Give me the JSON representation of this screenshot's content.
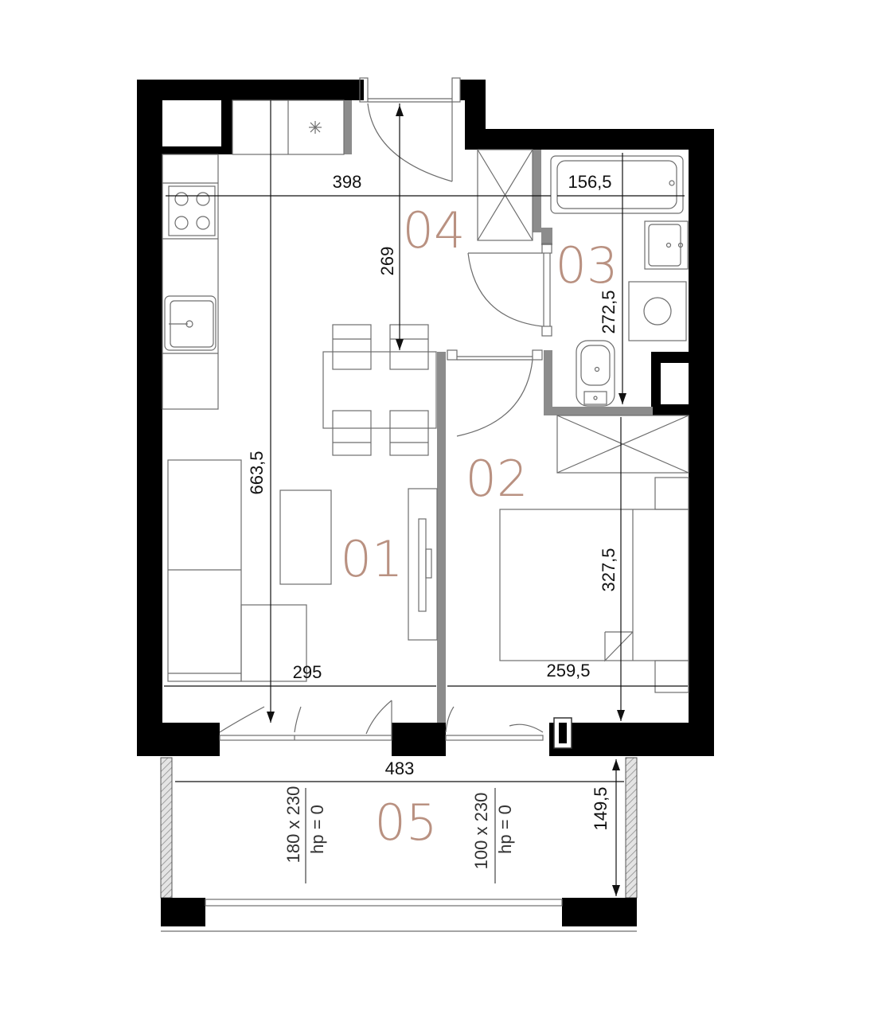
{
  "rooms": [
    {
      "id": "room-01",
      "label": "01"
    },
    {
      "id": "room-02",
      "label": "02"
    },
    {
      "id": "room-03",
      "label": "03"
    },
    {
      "id": "room-04",
      "label": "04"
    },
    {
      "id": "room-05",
      "label": "05"
    }
  ],
  "dimensions": {
    "d398": "398",
    "d156": "156,5",
    "d269": "269",
    "d272": "272,5",
    "d663": "663,5",
    "d327": "327,5",
    "d295": "295",
    "d259": "259,5",
    "d483": "483",
    "d149": "149,5"
  },
  "windows": [
    {
      "size": "180 x 230",
      "hp": "hp = 0"
    },
    {
      "size": "100 x 230",
      "hp": "hp = 0"
    }
  ],
  "colors": {
    "wall": "#000000",
    "partition": "#8c8c8c",
    "room_label": "#b99181",
    "furniture": "#6d6d6d"
  }
}
